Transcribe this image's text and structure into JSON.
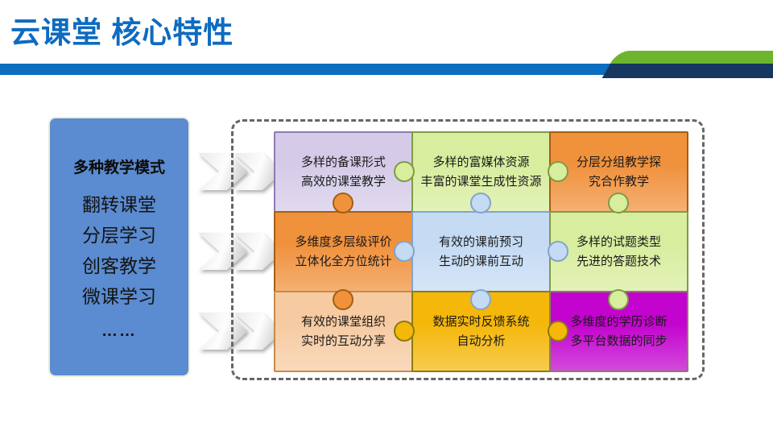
{
  "header": {
    "title": "云课堂 核心特性",
    "title_color": "#0E6BC0",
    "bar_color": "#0D6DBE",
    "ribbon_green": "#6DB52F",
    "ribbon_navy": "#16375F"
  },
  "left_panel": {
    "bg_color": "#5B8BD0",
    "heading": "多种教学模式",
    "items": [
      "翻转课堂",
      "分层学习",
      "创客教学",
      "微课学习",
      "……"
    ]
  },
  "icons": {
    "arrow": "double-chevron-right"
  },
  "puzzle": {
    "dash_border_color": "#666666",
    "pieces": [
      {
        "id": "r0c0",
        "lines": [
          "多样的备课形式",
          "高效的课堂教学"
        ],
        "fill": "#D5CBE8",
        "border": "#8C7BB4"
      },
      {
        "id": "r0c1",
        "lines": [
          "多样的富媒体资源",
          "丰富的课堂生成性资源"
        ],
        "fill": "#D8ED9E",
        "border": "#7E9C45"
      },
      {
        "id": "r0c2",
        "lines": [
          "分层分组教学探",
          "究合作教学"
        ],
        "fill": "#F0913C",
        "border": "#A55E14"
      },
      {
        "id": "r1c0",
        "lines": [
          "多维度多层级评价",
          "立体化全方位统计"
        ],
        "fill": "#F0913C",
        "border": "#A55E14"
      },
      {
        "id": "r1c1",
        "lines": [
          "有效的课前预习",
          "生动的课前互动"
        ],
        "fill": "#C5DBF4",
        "border": "#85A3CE"
      },
      {
        "id": "r1c2",
        "lines": [
          "多样的试题类型",
          "先进的答题技术"
        ],
        "fill": "#D8ED9E",
        "border": "#7E9C45"
      },
      {
        "id": "r2c0",
        "lines": [
          "有效的课堂组织",
          "实时的互动分享"
        ],
        "fill": "#F6CBA2",
        "border": "#C58B49"
      },
      {
        "id": "r2c1",
        "lines": [
          "数据实时反馈系统",
          "自动分析"
        ],
        "fill": "#F5B70A",
        "border": "#8A7C10"
      },
      {
        "id": "r2c2",
        "lines": [
          "多维度的学历诊断",
          "多平台数据的同步"
        ],
        "fill": "#C303CE",
        "border": "#83835C"
      }
    ]
  }
}
